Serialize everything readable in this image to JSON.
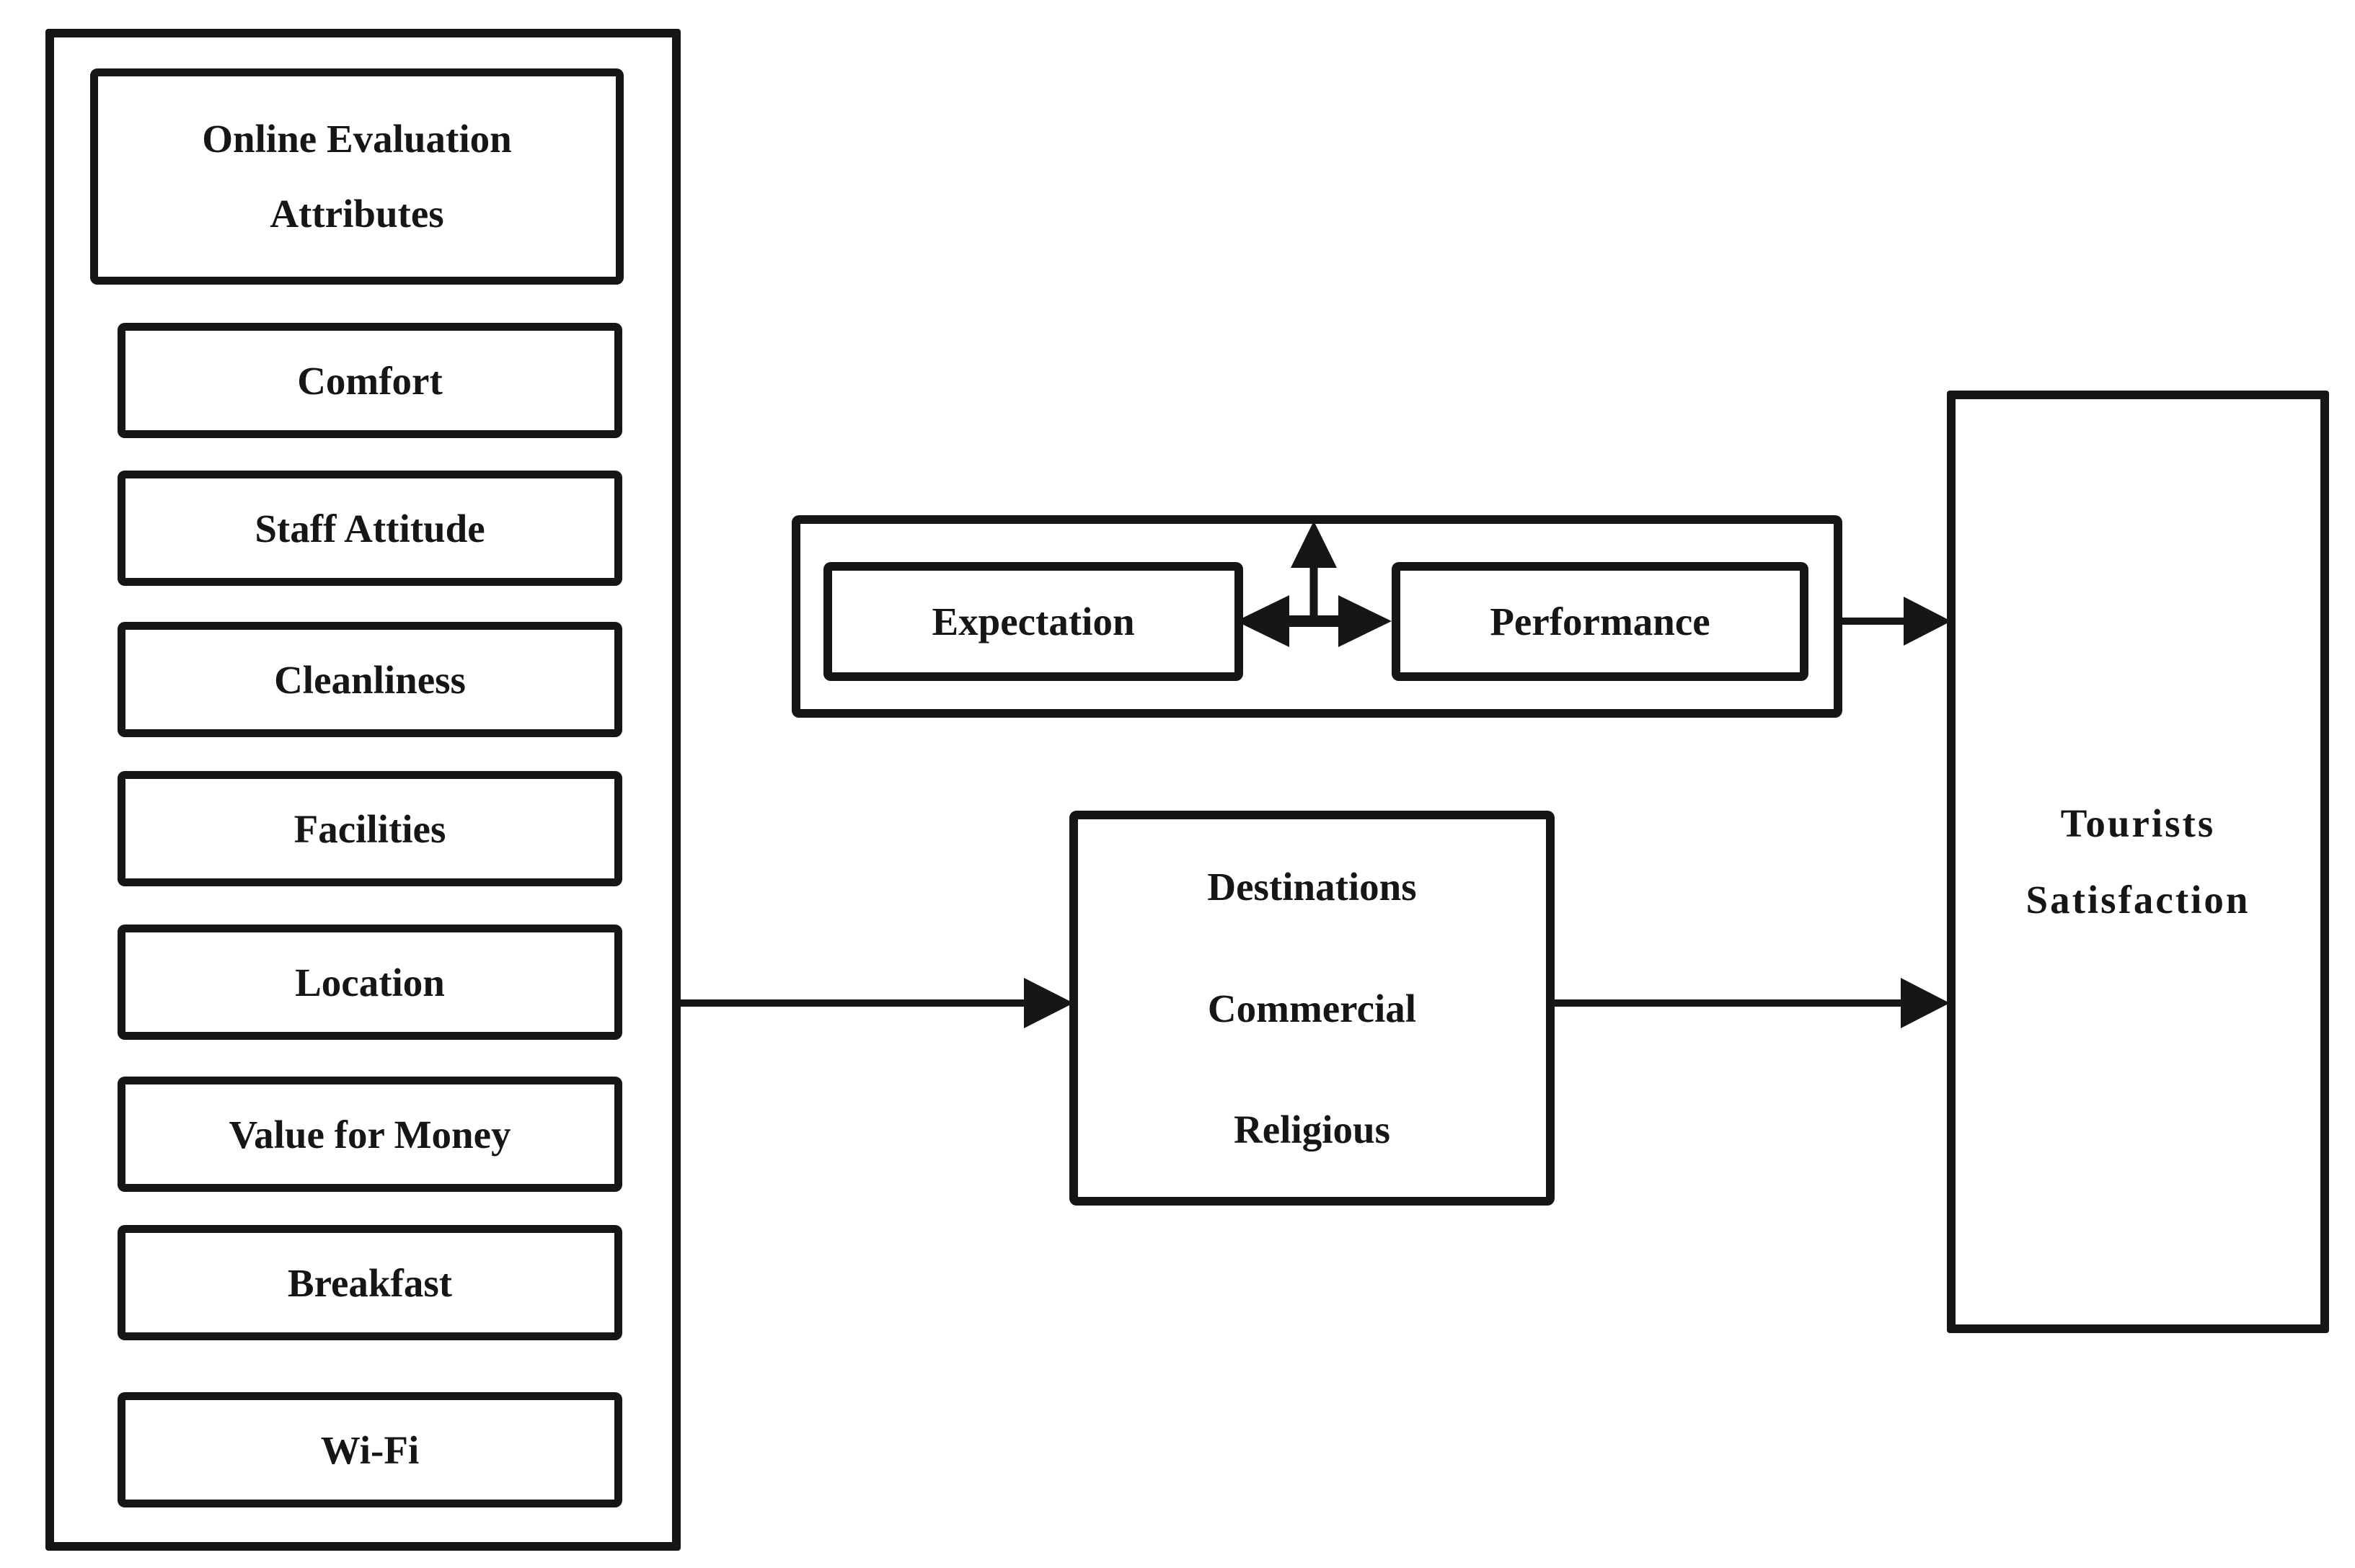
{
  "figure": {
    "attributes_panel": {
      "title_lines": [
        "Online Evaluation",
        "Attributes"
      ],
      "items": [
        "Comfort",
        "Staff Attitude",
        "Cleanliness",
        "Facilities",
        "Location",
        "Value for Money",
        "Breakfast",
        "Wi-Fi"
      ]
    },
    "comparison": {
      "expectation_label": "Expectation",
      "performance_label": "Performance"
    },
    "destination": {
      "lines": [
        "Destinations",
        "Commercial",
        "Religious"
      ]
    },
    "outcome": {
      "lines": [
        "Tourists",
        "Satisfaction"
      ]
    },
    "colors": {
      "ink": "#161616",
      "background": "#ffffff"
    }
  }
}
